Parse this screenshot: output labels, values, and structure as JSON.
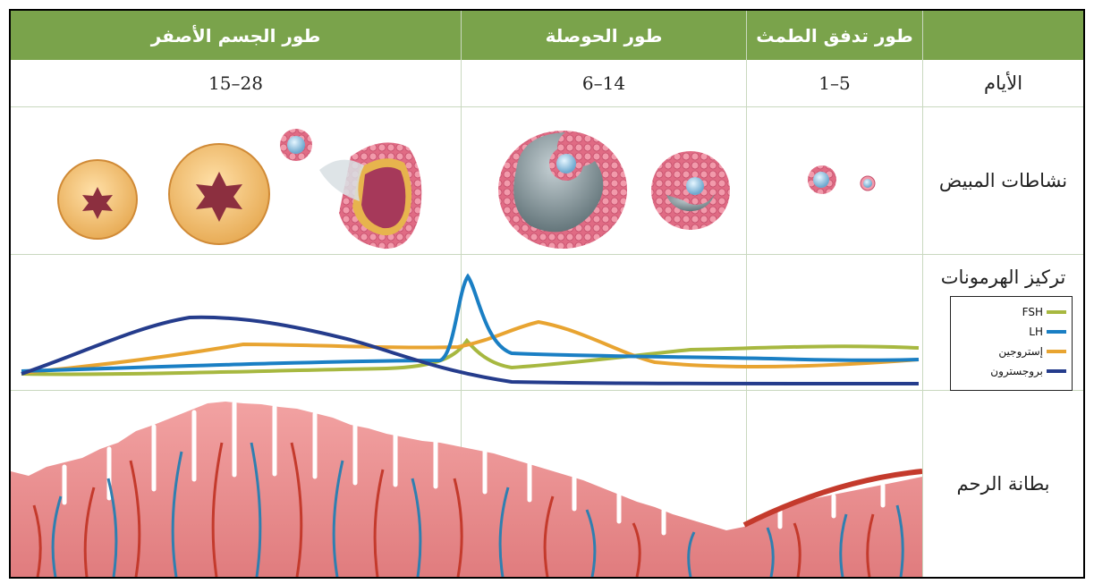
{
  "header": {
    "phase_menstrual": "طور تدفق الطمث",
    "phase_follicular": "طور الحوصلة",
    "phase_luteal": "طور الجسم الأصفر"
  },
  "rows": {
    "days_label": "الأيام",
    "ovary_label": "نشاطات المبيض",
    "hormone_label": "تركيز الهرمونات",
    "uterus_label": "بطانة الرحم"
  },
  "days": {
    "menstrual": "1–5",
    "follicular": "6–14",
    "luteal": "15–28"
  },
  "legend": {
    "fsh": "FSH",
    "lh": "LH",
    "estrogen": "إستروجين",
    "progesterone": "بروجسترون"
  },
  "colors": {
    "header_green": "#7aa34b",
    "fsh": "#a7b840",
    "lh": "#1a7fc4",
    "estrogen": "#e8a431",
    "progesterone": "#253c8c",
    "uterus_pink": "#e9888a",
    "vessel_red": "#c43a2c",
    "vessel_blue": "#2f7fb0"
  }
}
